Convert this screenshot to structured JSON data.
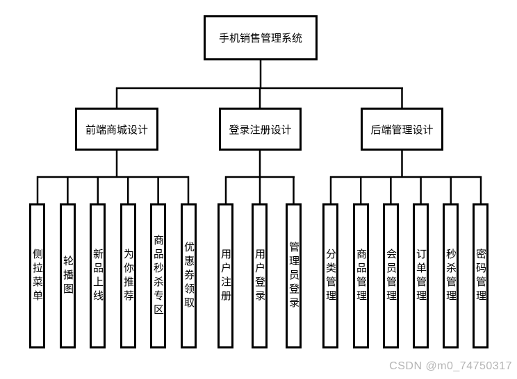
{
  "diagram": {
    "type": "tree",
    "tree": {
      "root": {
        "label": "手机销售管理系统"
      },
      "branches": [
        {
          "label": "前端商城设计",
          "children": [
            "侧拉菜单",
            "轮播图",
            "新品上线",
            "为你推荐",
            "商品秒杀专区",
            "优惠券领取"
          ]
        },
        {
          "label": "登录注册设计",
          "children": [
            "用户注册",
            "用户登录",
            "管理员登录"
          ]
        },
        {
          "label": "后端管理设计",
          "children": [
            "分类管理",
            "商品管理",
            "会员管理",
            "订单管理",
            "秒杀管理",
            "密码管理"
          ]
        }
      ]
    },
    "colors": {
      "line": "#000000",
      "box_border": "#000000",
      "background": "#ffffff",
      "watermark": "#b5b5b5"
    }
  },
  "watermark": {
    "text": "CSDN @m0_74750317"
  }
}
